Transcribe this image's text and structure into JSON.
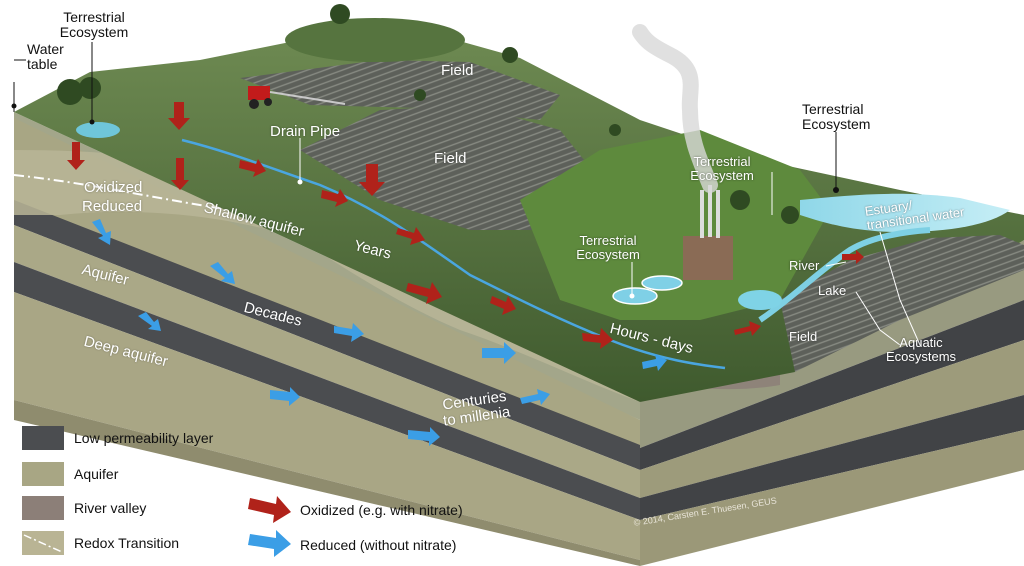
{
  "labels": {
    "terrestrial_ecosystem_top_left": [
      "Terrestrial",
      "Ecosystem"
    ],
    "water_table": [
      "Water",
      "table"
    ],
    "field_top": "Field",
    "drain_pipe": "Drain Pipe",
    "field_middle": "Field",
    "oxidized": "Oxidized",
    "reduced": "Reduced",
    "shallow_aquifer": "Shallow aquifer",
    "years": "Years",
    "aquifer": "Aquifer",
    "decades": "Decades",
    "deep_aquifer": "Deep aquifer",
    "centuries": [
      "Centuries",
      "to millenia"
    ],
    "hours_days": "Hours - days",
    "terrestrial_ecosystem_middle": [
      "Terrestrial",
      "Ecosystem"
    ],
    "terrestrial_ecosystem_center": [
      "Terrestrial",
      "Ecosystem"
    ],
    "terrestrial_ecosystem_right": [
      "Terrestrial",
      "Ecosystem"
    ],
    "estuary": [
      "Estuary/",
      "transitional water"
    ],
    "river": "River",
    "lake": "Lake",
    "field_right": "Field",
    "aquatic_ecosystems": [
      "Aquatic",
      "Ecosystems"
    ],
    "copyright": "© 2014, Carsten E. Thuesen, GEUS"
  },
  "legend": [
    {
      "label": "Low permeability layer",
      "color": "#4b4d50"
    },
    {
      "label": "Aquifer",
      "color": "#a8a684"
    },
    {
      "label": "River valley",
      "color": "#8c7f78"
    },
    {
      "label": "Redox Transition",
      "color": "#b9b494"
    }
  ],
  "arrow_legend": [
    {
      "label": "Oxidized (e.g. with nitrate)",
      "color": "#b0221a"
    },
    {
      "label": "Reduced (without nitrate)",
      "color": "#3b9ee6"
    }
  ]
}
